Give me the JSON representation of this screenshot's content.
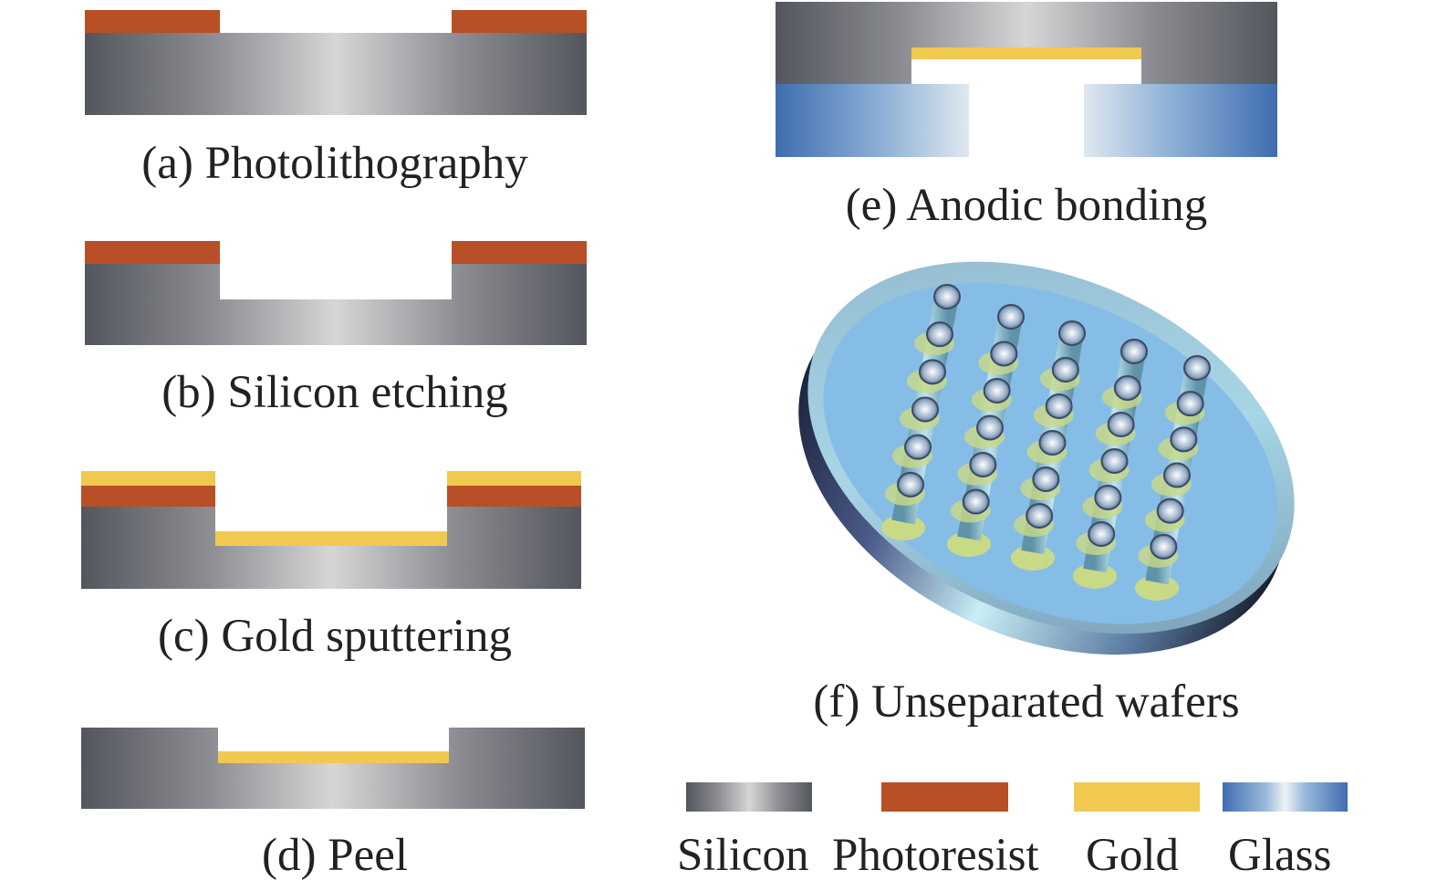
{
  "panels": {
    "a": {
      "label": "(a) Photolithography"
    },
    "b": {
      "label": "(b) Silicon etching"
    },
    "c": {
      "label": "(c) Gold sputtering"
    },
    "d": {
      "label": "(d) Peel"
    },
    "e": {
      "label": "(e) Anodic bonding"
    },
    "f": {
      "label": "(f) Unseparated wafers"
    }
  },
  "legend": [
    {
      "label": "Silicon",
      "color": "#8a8c91"
    },
    {
      "label": "Photoresist",
      "color": "#b84f27"
    },
    {
      "label": "Gold",
      "color": "#f1c951"
    },
    {
      "label": "Glass",
      "color": "#3f6db0"
    }
  ]
}
